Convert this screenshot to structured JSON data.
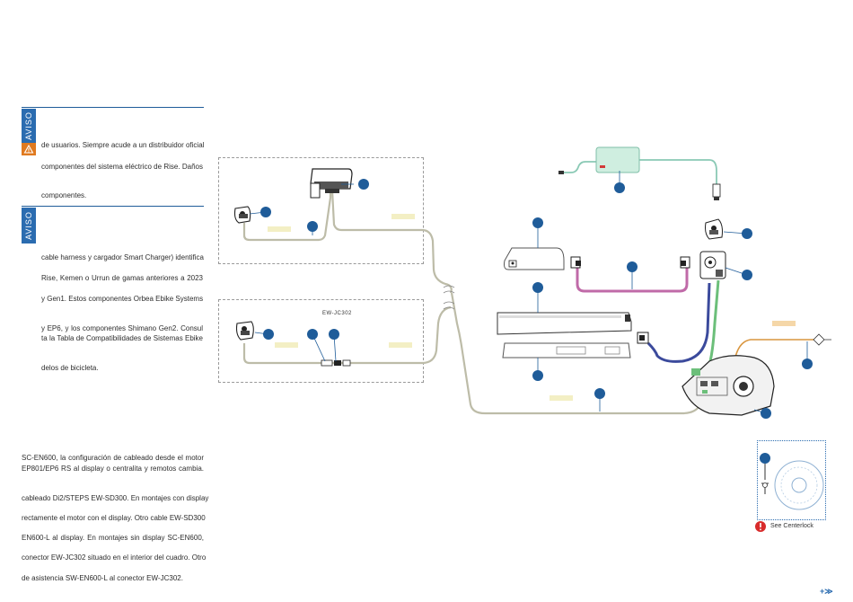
{
  "aviso1": {
    "label": "AVISO",
    "lines": [
      "de usuarios. Siempre acude a un distribuidor oficial",
      "componentes del sistema eléctrico de Rise. Daños",
      "componentes."
    ]
  },
  "aviso2": {
    "label": "AVISO",
    "lines": [
      "cable harness y cargador Smart Charger)  identifica",
      "Rise, Kemen o Urrun de gamas anteriores a 2023",
      "y Gen1. Estos componentes Orbea Ebike Systems",
      "y EP6, y los componentes Shimano Gen2. Consul",
      "ta la Tabla de Compatibilidades de Sistemas Ebike",
      "delos de bicicleta."
    ]
  },
  "body": {
    "lines": [
      "SC-EN600, la configuración de cableado desde el motor",
      "EP801/EP6 RS al display o centralita y remotos cambia.",
      "cableado Di2/STEPS EW-SD300. En montajes con display",
      "rectamente el motor con el display. Otro cable EW-SD300",
      "EN600-L al display.   En montajes sin display SC-EN600,",
      "conector EW-JC302 situado en el interior del cuadro. Otro",
      "de asistencia SW-EN600-L al conector EW-JC302."
    ]
  },
  "diagram": {
    "ew_label": "EW-JC302",
    "see_centerlock": "See Centerlock",
    "colors": {
      "blue_callout": "#1f5c99",
      "charger": "#cfeee0",
      "pink_cable": "#c06aa8",
      "navy_cable": "#3b4a9c",
      "green_cable": "#6cbf7a",
      "orange_cable": "#d9963f",
      "label_tag": "#f3efc4",
      "orange_tag": "#f5d7a8"
    }
  },
  "nav": {
    "next": "+≫"
  }
}
